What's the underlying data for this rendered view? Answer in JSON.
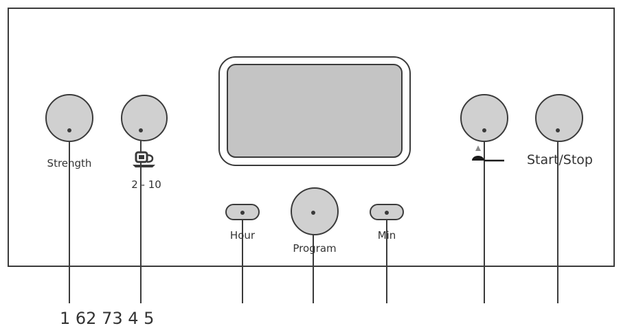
{
  "panel": {
    "buttons": {
      "strength": {
        "label": "Strength"
      },
      "cups": {
        "label": "2 - 10",
        "icon": "coffee-cup-icon"
      },
      "hour": {
        "label": "Hour"
      },
      "program": {
        "label": "Program"
      },
      "min": {
        "label": "Min"
      },
      "keep_warm": {
        "icon": "hotplate-warmer-icon"
      },
      "start_stop": {
        "label": "Start/Stop"
      }
    },
    "display": {
      "text": ""
    }
  },
  "callouts": {
    "numbers": "1 62 73 4 5"
  },
  "colors": {
    "button_fill": "#d0d0d0",
    "display_fill": "#c4c4c4",
    "stroke": "#3a3a3a"
  }
}
